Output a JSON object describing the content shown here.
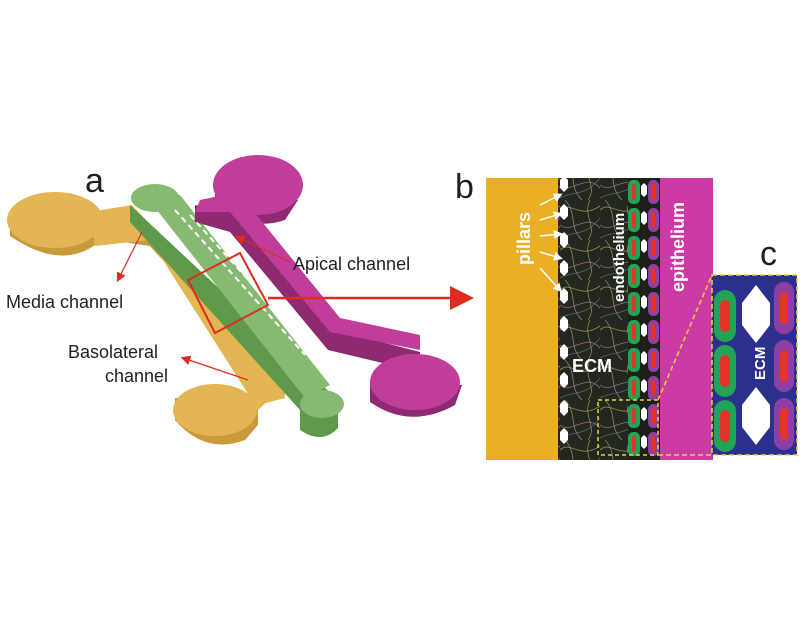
{
  "panels": {
    "a": "a",
    "b": "b",
    "c": "c"
  },
  "labels": {
    "apical": "Apical channel",
    "media": "Media channel",
    "basolateral_line1": "Basolateral",
    "basolateral_line2": "channel",
    "pillars": "pillars",
    "endothelium": "endothelium",
    "epithelium": "epithelium",
    "ecm_b": "ECM",
    "ecm_c": "ECM"
  },
  "colors": {
    "media": "#e3b553",
    "basolateral": "#86b971",
    "apical": "#c13d9a",
    "fiber_bg": "#24271e",
    "endothelial_cell": "#21a455",
    "epithelial_cell": "#8d3fa4",
    "nucleus": "#e63329",
    "ecm_c": "#2b2f8e",
    "highlight": "#e8d53b",
    "arrow": "#e02b20"
  }
}
